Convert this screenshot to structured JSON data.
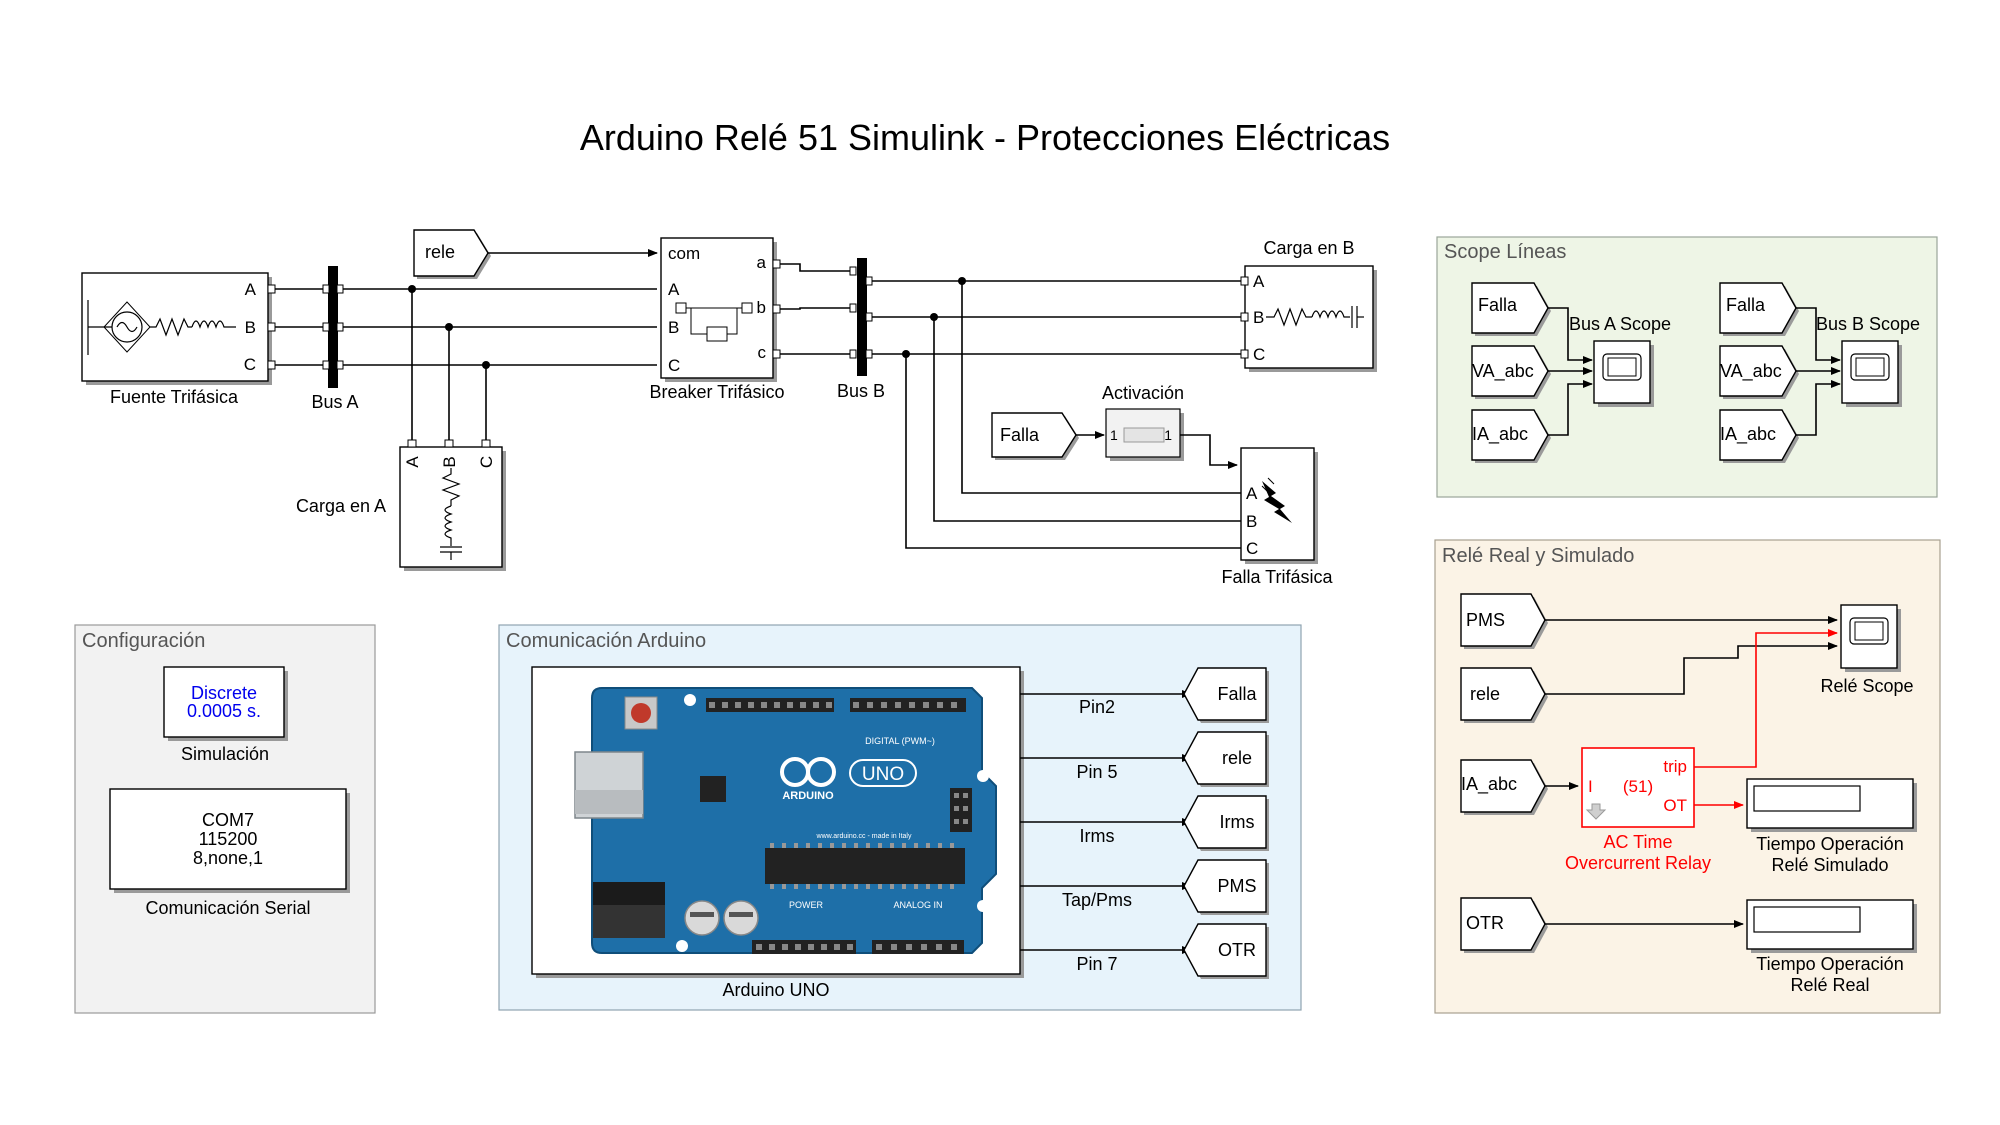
{
  "title": "Arduino Relé 51 Simulink - Protecciones Eléctricas",
  "colors": {
    "accent_red": "#ff0000",
    "text_blue": "#0000ee",
    "scope_area_bg": "#eef5e6",
    "relay_area_bg": "#fbf3e6",
    "config_area_bg": "#f2f2f2",
    "arduino_area_bg": "#e7f3fb",
    "arduino_board": "#1e6fa8"
  },
  "blocks": {
    "source": {
      "label": "Fuente Trifásica",
      "ports": [
        "A",
        "B",
        "C"
      ]
    },
    "bus_a": {
      "label": "Bus A"
    },
    "load_a": {
      "label": "Carga en A",
      "ports": [
        "A",
        "B",
        "C"
      ]
    },
    "rele_goto": {
      "label": "rele"
    },
    "breaker": {
      "label": "Breaker Trifásico",
      "in_ports": [
        "com",
        "A",
        "B",
        "C"
      ],
      "out_ports": [
        "a",
        "b",
        "c"
      ]
    },
    "bus_b": {
      "label": "Bus B"
    },
    "load_b": {
      "label": "Carga en B",
      "ports": [
        "A",
        "B",
        "C"
      ]
    },
    "falla_from": {
      "label": "Falla"
    },
    "activation": {
      "label": "Activación",
      "in": "1",
      "out": "1"
    },
    "fault": {
      "label": "Falla Trifásica",
      "ports": [
        "A",
        "B",
        "C"
      ]
    }
  },
  "scope_lines": {
    "title": "Scope Líneas",
    "bus_a": {
      "inputs": [
        "Falla",
        "VA_abc",
        "IA_abc"
      ],
      "label": "Bus A Scope"
    },
    "bus_b": {
      "inputs": [
        "Falla",
        "VA_abc",
        "IA_abc"
      ],
      "label": "Bus B Scope"
    }
  },
  "relay_area": {
    "title": "Relé Real y Simulado",
    "pms": "PMS",
    "rele": "rele",
    "ia": "IA_abc",
    "otr": "OTR",
    "scope_label": "Relé Scope",
    "relay": {
      "in_port": "I",
      "code": "(51)",
      "trip": "trip",
      "ot": "OT",
      "label_line1": "AC Time",
      "label_line2": "Overcurrent Relay"
    },
    "display_sim": {
      "line1": "Tiempo Operación",
      "line2": "Relé Simulado"
    },
    "display_real": {
      "line1": "Tiempo Operación",
      "line2": "Relé Real"
    }
  },
  "config_area": {
    "title": "Configuración",
    "powergui": {
      "line1": "Discrete",
      "line2": "0.0005 s.",
      "label": "Simulación"
    },
    "serial": {
      "line1": "COM7",
      "line2": "115200",
      "line3": "8,none,1",
      "label": "Comunicación Serial"
    }
  },
  "arduino_area": {
    "title": "Comunicación Arduino",
    "board_label": "Arduino UNO",
    "board_text": {
      "digital": "DIGITAL (PWM~)",
      "brand": "ARDUINO",
      "model": "UNO",
      "power": "POWER",
      "analog": "ANALOG IN",
      "url": "www.arduino.cc - made in Italy"
    },
    "outputs": [
      {
        "signal": "Pin2",
        "goto": "Falla"
      },
      {
        "signal": "Pin 5",
        "goto": "rele"
      },
      {
        "signal": "Irms",
        "goto": "Irms"
      },
      {
        "signal": "Tap/Pms",
        "goto": "PMS"
      },
      {
        "signal": "Pin 7",
        "goto": "OTR"
      }
    ]
  }
}
